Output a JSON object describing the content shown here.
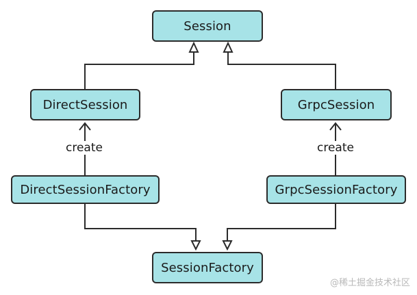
{
  "diagram": {
    "nodes": {
      "session": "Session",
      "direct_session": "DirectSession",
      "grpc_session": "GrpcSession",
      "direct_session_factory": "DirectSessionFactory",
      "grpc_session_factory": "GrpcSessionFactory",
      "session_factory": "SessionFactory"
    },
    "edge_labels": {
      "direct_create": "create",
      "grpc_create": "create"
    },
    "relationships": [
      {
        "from": "DirectSession",
        "to": "Session",
        "kind": "inheritance"
      },
      {
        "from": "GrpcSession",
        "to": "Session",
        "kind": "inheritance"
      },
      {
        "from": "DirectSessionFactory",
        "to": "DirectSession",
        "kind": "create"
      },
      {
        "from": "GrpcSessionFactory",
        "to": "GrpcSession",
        "kind": "create"
      },
      {
        "from": "DirectSessionFactory",
        "to": "SessionFactory",
        "kind": "inheritance"
      },
      {
        "from": "GrpcSessionFactory",
        "to": "SessionFactory",
        "kind": "inheritance"
      }
    ],
    "colors": {
      "node_fill": "#a7e3e7",
      "stroke": "#2b2b2b"
    }
  },
  "watermark": "@稀土掘金技术社区"
}
